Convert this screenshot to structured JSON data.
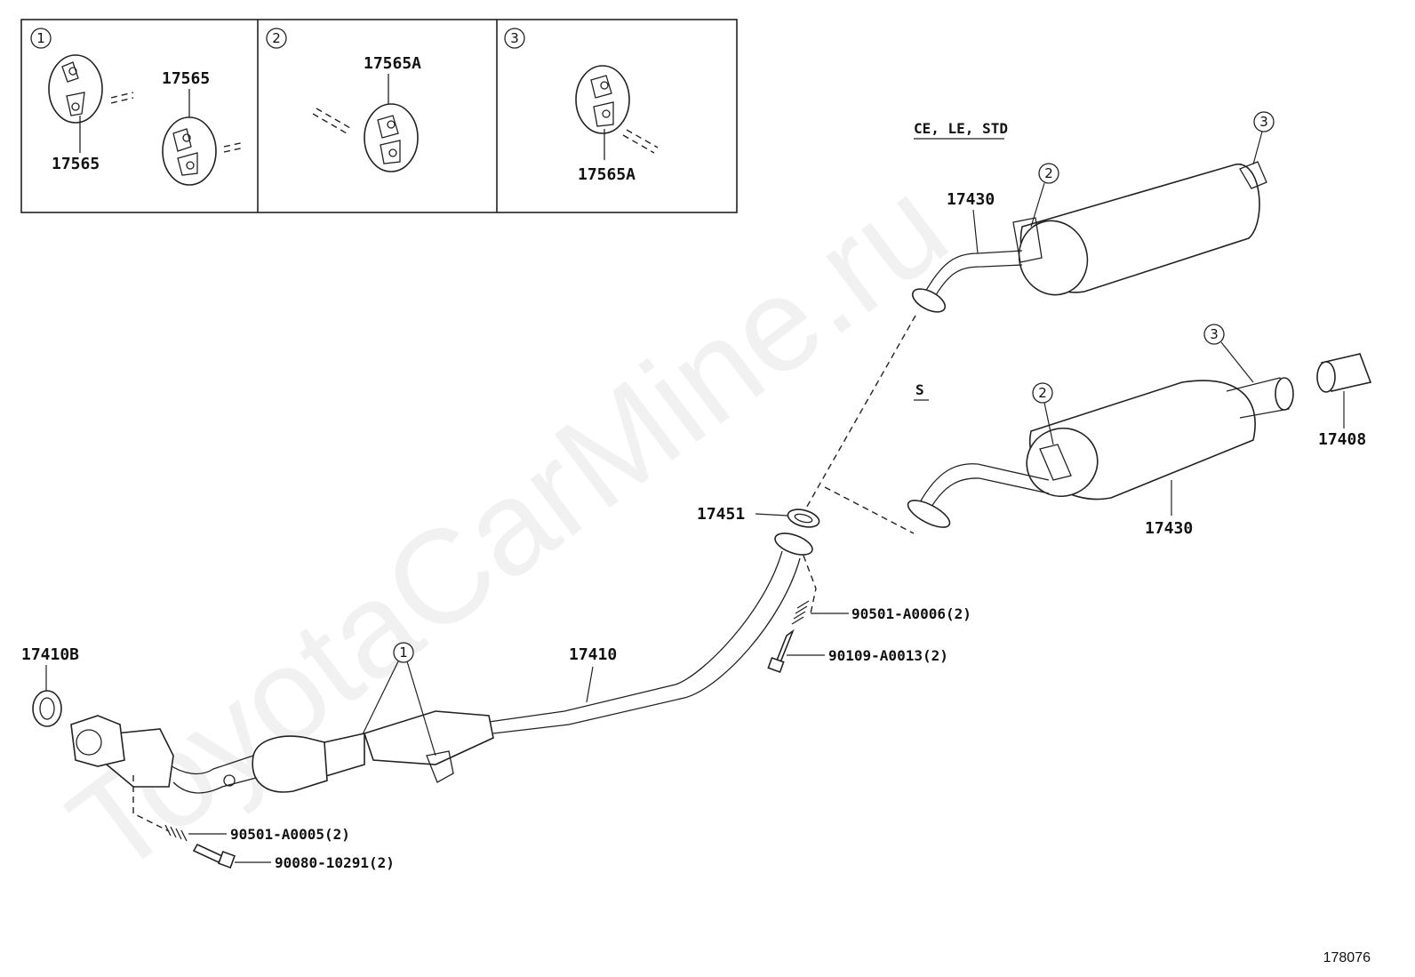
{
  "inset_panels": [
    {
      "num": "1",
      "part_top": "17565",
      "part_bottom": "17565"
    },
    {
      "num": "2",
      "part_top": "17565A"
    },
    {
      "num": "3",
      "part_bottom": "17565A"
    }
  ],
  "variant_labels": {
    "upper": "CE, LE, STD",
    "lower": "S"
  },
  "parts": {
    "muffler_upper": "17430",
    "muffler_lower": "17430",
    "tail_tip": "17408",
    "gasket": "17451",
    "spring_front": "90501-A0006(2)",
    "bolt_front": "90109-A0013(2)",
    "front_pipe": "17410",
    "front_gasket": "17410B",
    "spring_rear": "90501-A0005(2)",
    "bolt_rear": "90080-10291(2)"
  },
  "callouts": {
    "hanger_1": "1",
    "hanger_2_upper": "2",
    "hanger_3_upper": "3",
    "hanger_2_lower": "2",
    "hanger_3_lower": "3"
  },
  "watermark": "ToyotaCarMine.ru",
  "reference_number": "178076"
}
